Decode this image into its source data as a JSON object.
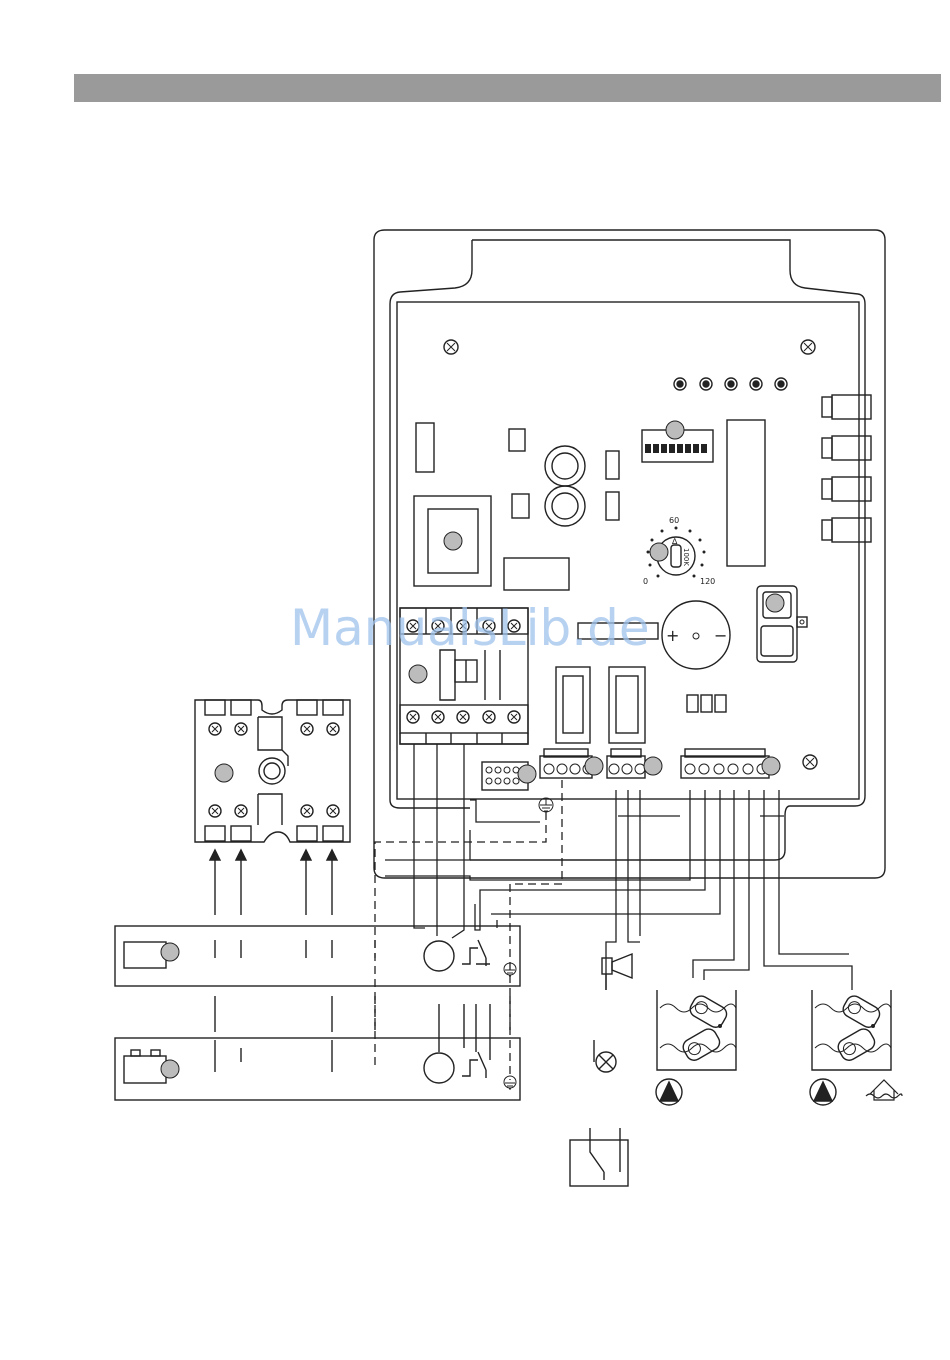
{
  "watermark": "ManualsLib.de",
  "colors": {
    "header_bar": "#9a9a9a",
    "line": "#222222",
    "callout_fill": "#bcbcbc",
    "watermark": "#9fc2ec"
  },
  "dial": {
    "label_top": "60",
    "label_min": "0",
    "label_max": "120",
    "label_range": "100K",
    "marker": "∆"
  },
  "buzzer": {
    "plus": "+",
    "minus": "−",
    "center": "o"
  },
  "icons": [
    "screw-icon",
    "led-icon",
    "dip-switch-icon",
    "potentiometer-icon",
    "buzzer-icon",
    "motor-icon",
    "thermal-switch-icon",
    "ground-icon",
    "horn-icon",
    "lamp-icon",
    "float-switch-icon",
    "pump-icon",
    "flood-house-icon"
  ]
}
